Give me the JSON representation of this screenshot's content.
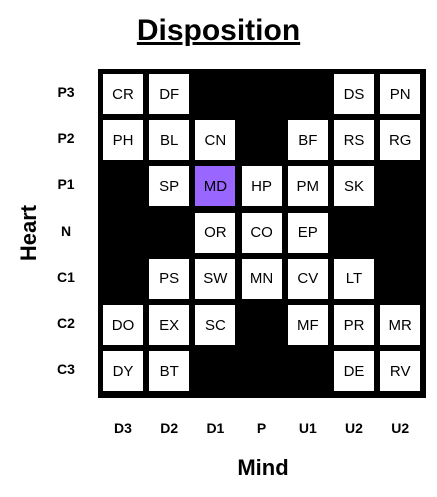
{
  "title": "Disposition",
  "x_axis_title": "Mind",
  "y_axis_title": "Heart",
  "row_labels": [
    "P3",
    "P2",
    "P1",
    "N",
    "C1",
    "C2",
    "C3"
  ],
  "col_labels": [
    "D3",
    "D2",
    "D1",
    "P",
    "U1",
    "U2",
    "U2"
  ],
  "colors": {
    "background": "#000000",
    "cell": "#ffffff",
    "highlight": "#9966ff"
  },
  "grid": [
    [
      "CR",
      "DF",
      "",
      "",
      "",
      "DS",
      "PN"
    ],
    [
      "PH",
      "BL",
      "CN",
      "",
      "BF",
      "RS",
      "RG"
    ],
    [
      "",
      "SP",
      "MD",
      "HP",
      "PM",
      "SK",
      ""
    ],
    [
      "",
      "",
      "OR",
      "CO",
      "EP",
      "",
      ""
    ],
    [
      "",
      "PS",
      "SW",
      "MN",
      "CV",
      "LT",
      ""
    ],
    [
      "DO",
      "EX",
      "SC",
      "",
      "MF",
      "PR",
      "MR"
    ],
    [
      "DY",
      "BT",
      "",
      "",
      "",
      "DE",
      "RV"
    ]
  ],
  "highlighted": "MD"
}
